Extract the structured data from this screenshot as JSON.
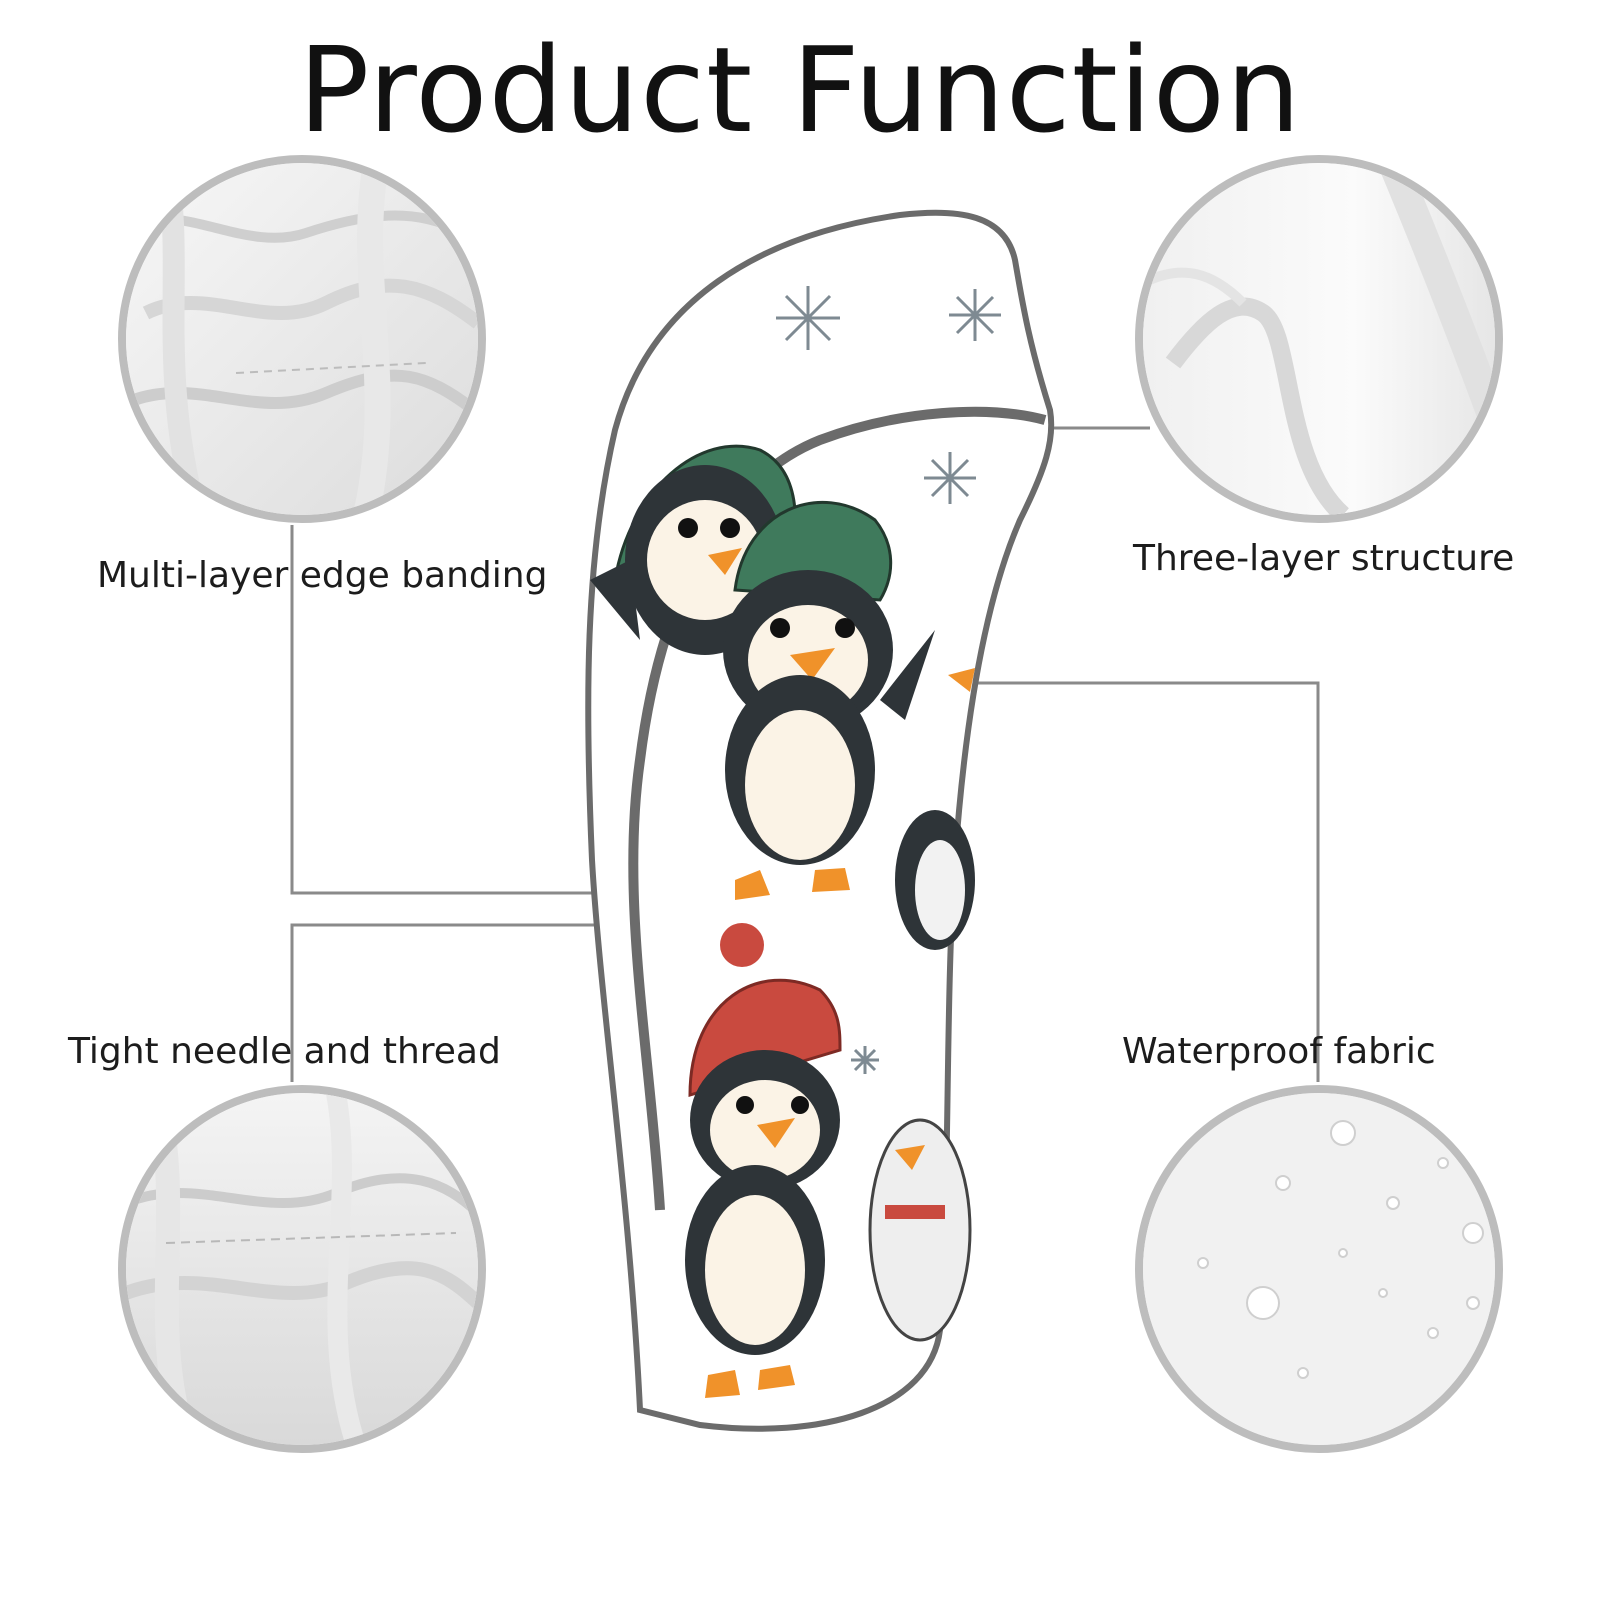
{
  "title": "Product Function",
  "features": {
    "edge_banding": "Multi-layer edge banding",
    "three_layer": "Three-layer structure",
    "needle_thread": "Tight needle and thread",
    "waterproof": "Waterproof fabric"
  },
  "colors": {
    "circle_border": "#bdbdbd",
    "trim": "#6b6b6b",
    "leader_line": "#8a8a8a",
    "green_hat": "#3f7a5c",
    "red_hat": "#c94a3f"
  }
}
